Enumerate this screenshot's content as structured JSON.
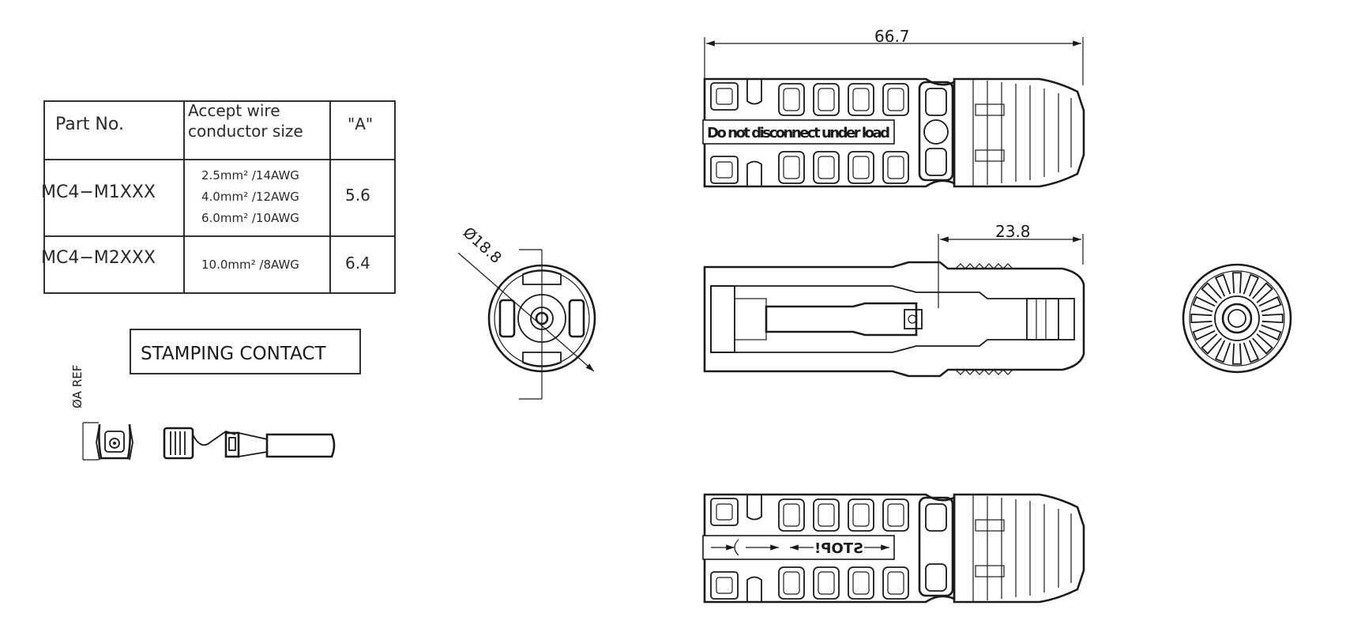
{
  "table": {
    "header": {
      "part_no": "Part No.",
      "accept_line1": "Accept wire",
      "accept_line2": "conductor size",
      "a": "\"A\""
    },
    "rows": [
      {
        "part": "MC4−M1XXX",
        "sizes": [
          "2.5mm² /14AWG",
          "4.0mm² /12AWG",
          "6.0mm² /10AWG"
        ],
        "a": "5.6"
      },
      {
        "part": "MC4−M2XXX",
        "sizes": [
          "10.0mm² /8AWG"
        ],
        "a": "6.4"
      }
    ]
  },
  "stamping_label": "STAMPING CONTACT",
  "ref_label": "ØA REF",
  "dimensions": {
    "overall_length": "66.7",
    "nut_length": "23.8",
    "diameter": "Ø18.8"
  },
  "housing_text_top": "Do not disconnect under load",
  "housing_text_bottom": "STOP!",
  "colors": {
    "line": "#1a1a1a",
    "background": "#ffffff",
    "housing_fill": "#cfcfcf",
    "hatch": "#7a7a7a"
  }
}
